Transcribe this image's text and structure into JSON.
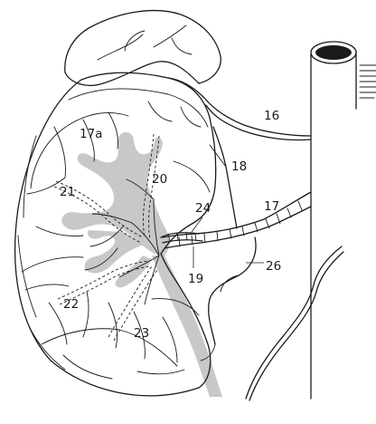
{
  "figure": {
    "labels": {
      "l16": "16",
      "l17": "17",
      "l17a": "17a",
      "l18": "18",
      "l19": "19",
      "l20": "20",
      "l21": "21",
      "l22": "22",
      "l23": "23",
      "l24": "24",
      "l26": "26"
    },
    "colors": {
      "line": "#1a1a1a",
      "collecting_system": "#c8c8c8",
      "background": "#ffffff"
    }
  }
}
